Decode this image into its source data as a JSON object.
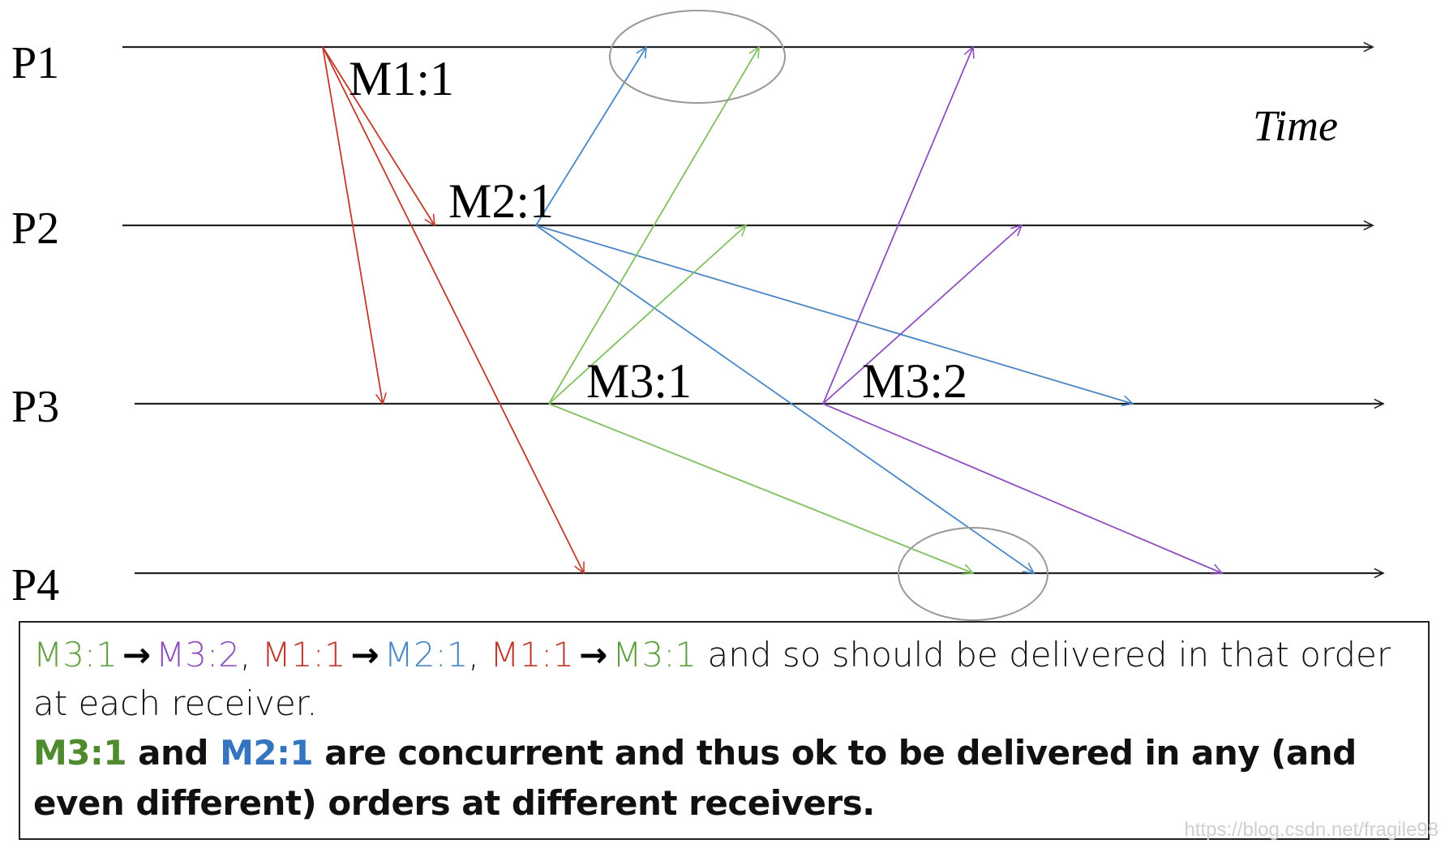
{
  "diagram": {
    "processes": [
      {
        "id": "p1",
        "label": "P1"
      },
      {
        "id": "p2",
        "label": "P2"
      },
      {
        "id": "p3",
        "label": "P3"
      },
      {
        "id": "p4",
        "label": "P4"
      }
    ],
    "time_label": "Time",
    "message_labels": {
      "m1_1": "M1:1",
      "m2_1": "M2:1",
      "m3_1": "M3:1",
      "m3_2": "M3:2"
    },
    "colors": {
      "timeline": "#222222",
      "m1": "#c0392b",
      "m2": "#4a86c5",
      "m3_1": "#7fbf5f",
      "m3_2": "#8e4fbf",
      "highlight_ellipse": "#999999"
    }
  },
  "note": {
    "line1": {
      "a": "M3:1",
      "arrow1": "→",
      "b": "M3:2",
      "sep1": ",",
      "c": "M1:1",
      "arrow2": "→",
      "d": "M2:1",
      "sep2": ",",
      "e": "M1:1",
      "arrow3": "→",
      "f": "M3:1",
      "rest": "and so should be delivered in that order",
      "rest2": "at each receiver."
    },
    "line2": {
      "a": "M3:1",
      "and": "and",
      "b": "M2:1",
      "rest": "are concurrent and thus ok to be delivered in any (and even different) orders at different receivers."
    },
    "colors": {
      "m3_1": "#5f9e3f",
      "m3_2": "#8e4fbf",
      "m1_1": "#c0392b",
      "m2_1": "#4a86c5",
      "m3_1_bold": "#4f8a2f",
      "m2_1_bold": "#3575c0"
    }
  },
  "watermark": "https://blog.csdn.net/fragile98"
}
